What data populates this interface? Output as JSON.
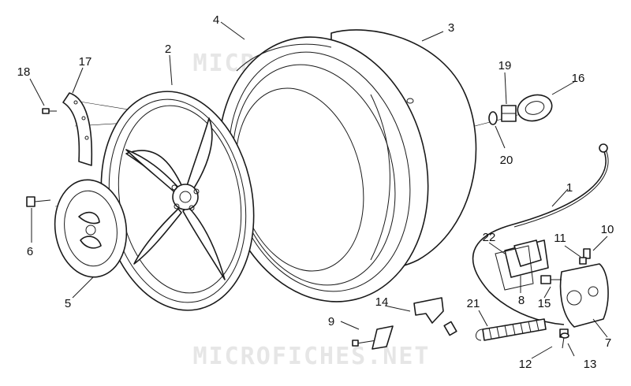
{
  "watermark": "MICROFICHES.NET",
  "callouts": [
    {
      "id": "1",
      "label": "1"
    },
    {
      "id": "2",
      "label": "2"
    },
    {
      "id": "3",
      "label": "3"
    },
    {
      "id": "4",
      "label": "4"
    },
    {
      "id": "5",
      "label": "5"
    },
    {
      "id": "6",
      "label": "6"
    },
    {
      "id": "7",
      "label": "7"
    },
    {
      "id": "8",
      "label": "8"
    },
    {
      "id": "9",
      "label": "9"
    },
    {
      "id": "10",
      "label": "10"
    },
    {
      "id": "11",
      "label": "11"
    },
    {
      "id": "12",
      "label": "12"
    },
    {
      "id": "13",
      "label": "13"
    },
    {
      "id": "14",
      "label": "14"
    },
    {
      "id": "15",
      "label": "15"
    },
    {
      "id": "16",
      "label": "16"
    },
    {
      "id": "17",
      "label": "17"
    },
    {
      "id": "18",
      "label": "18"
    },
    {
      "id": "19",
      "label": "19"
    },
    {
      "id": "20",
      "label": "20"
    },
    {
      "id": "21",
      "label": "21"
    },
    {
      "id": "22",
      "label": "22"
    }
  ]
}
